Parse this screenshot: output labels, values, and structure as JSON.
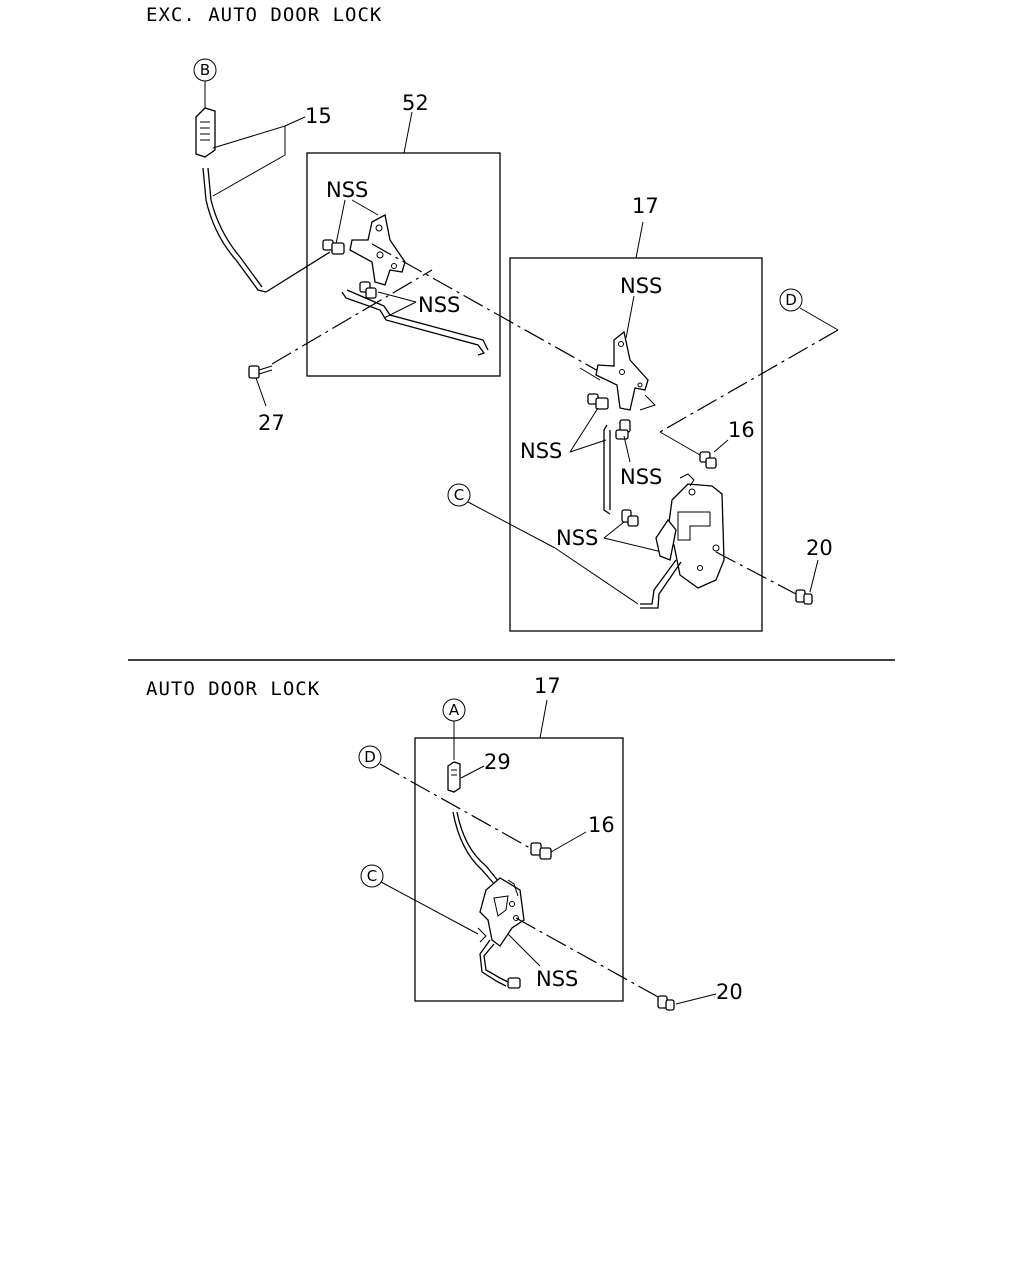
{
  "sections": {
    "top_title": "EXC. AUTO DOOR LOCK",
    "bottom_title": "AUTO DOOR LOCK"
  },
  "callouts": {
    "top": {
      "ref_b": "B",
      "ref_c": "C",
      "ref_d": "D",
      "part_15": "15",
      "part_52": "52",
      "part_17": "17",
      "part_16": "16",
      "part_20": "20",
      "part_27": "27",
      "nss_1": "NSS",
      "nss_2": "NSS",
      "nss_3": "NSS",
      "nss_4": "NSS",
      "nss_5": "NSS",
      "nss_6": "NSS"
    },
    "bottom": {
      "ref_a": "A",
      "ref_c": "C",
      "ref_d": "D",
      "part_17": "17",
      "part_29": "29",
      "part_16": "16",
      "part_20": "20",
      "nss": "NSS"
    }
  }
}
